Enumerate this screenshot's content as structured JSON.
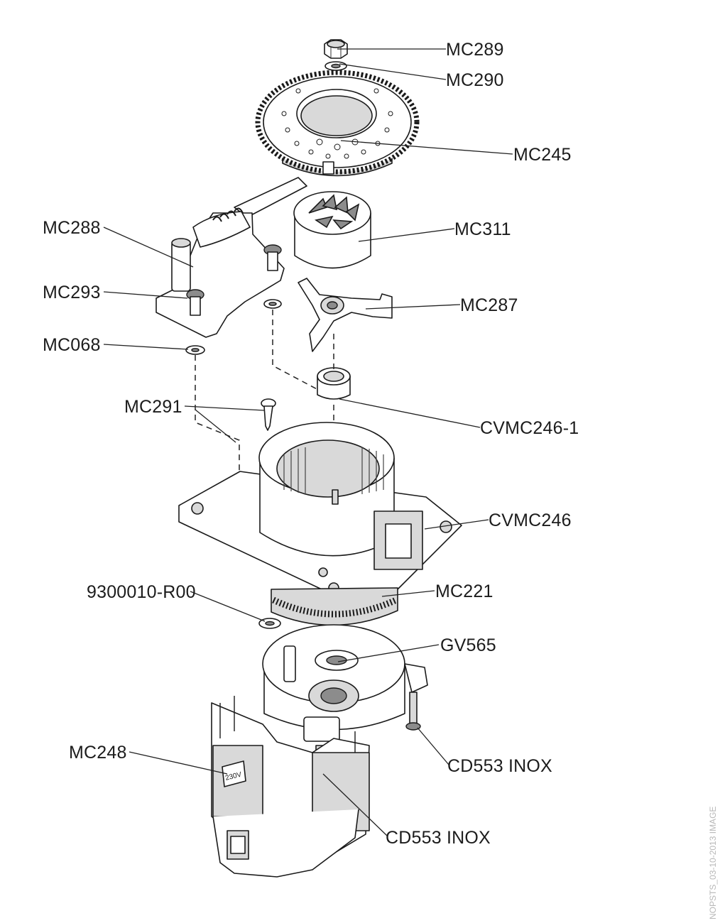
{
  "labels": {
    "mc289": "MC289",
    "mc290": "MC290",
    "mc245": "MC245",
    "mc311": "MC311",
    "mc288": "MC288",
    "mc293": "MC293",
    "mc287": "MC287",
    "mc068": "MC068",
    "mc291": "MC291",
    "cvmc246_1": "CVMC246-1",
    "cvmc246": "CVMC246",
    "r9300010": "9300010-R00",
    "mc221": "MC221",
    "gv565": "GV565",
    "mc248": "MC248",
    "cd553_right": "CD553 INOX",
    "cd553_lower": "CD553 INOX"
  },
  "motor_voltage": "230V",
  "side_note": "NOPSTS_03-10-2013 IMAGE"
}
